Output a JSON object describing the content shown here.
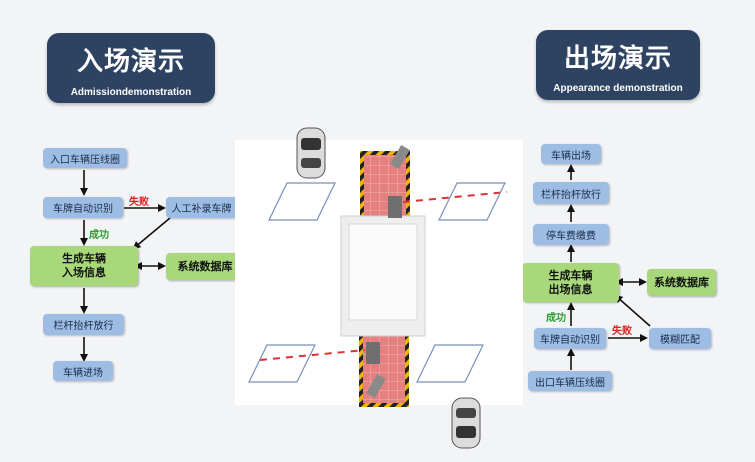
{
  "entry": {
    "title": "入场演示",
    "subtitle": "Admissiondemonstration",
    "nodes": {
      "coil": "入口车辆压线圈",
      "recognize": "车牌自动识别",
      "manual": "人工补录车牌",
      "generate_line1": "生成车辆",
      "generate_line2": "入场信息",
      "database": "系统数据库",
      "barrier": "栏杆抬杆放行",
      "enter": "车辆进场"
    },
    "fail_label": "失败",
    "ok_label": "成功"
  },
  "exit": {
    "title": "出场演示",
    "subtitle": "Appearance demonstration",
    "nodes": {
      "leave": "车辆出场",
      "barrier": "栏杆抬杆放行",
      "pay": "停车费缴费",
      "generate_line1": "生成车辆",
      "generate_line2": "出场信息",
      "database": "系统数据库",
      "recognize": "车牌自动识别",
      "fuzzy": "模糊匹配",
      "coil": "出口车辆压线圈"
    },
    "fail_label": "失败",
    "ok_label": "成功"
  },
  "colors": {
    "badge": "#2e4362",
    "node_blue": "#9dbde5",
    "node_green": "#a8d87a",
    "fail": "#e02020",
    "ok": "#2aa030"
  }
}
